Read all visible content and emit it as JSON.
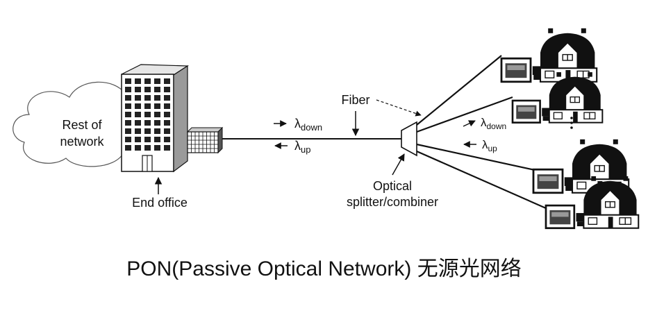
{
  "labels": {
    "cloud_line1": "Rest of",
    "cloud_line2": "network",
    "end_office": "End office",
    "fiber": "Fiber",
    "lambda": "λ",
    "down": "down",
    "up": "up",
    "splitter_line1": "Optical",
    "splitter_line2": "splitter/combiner"
  },
  "caption": "PON(Passive Optical Network) 无源光网络"
}
